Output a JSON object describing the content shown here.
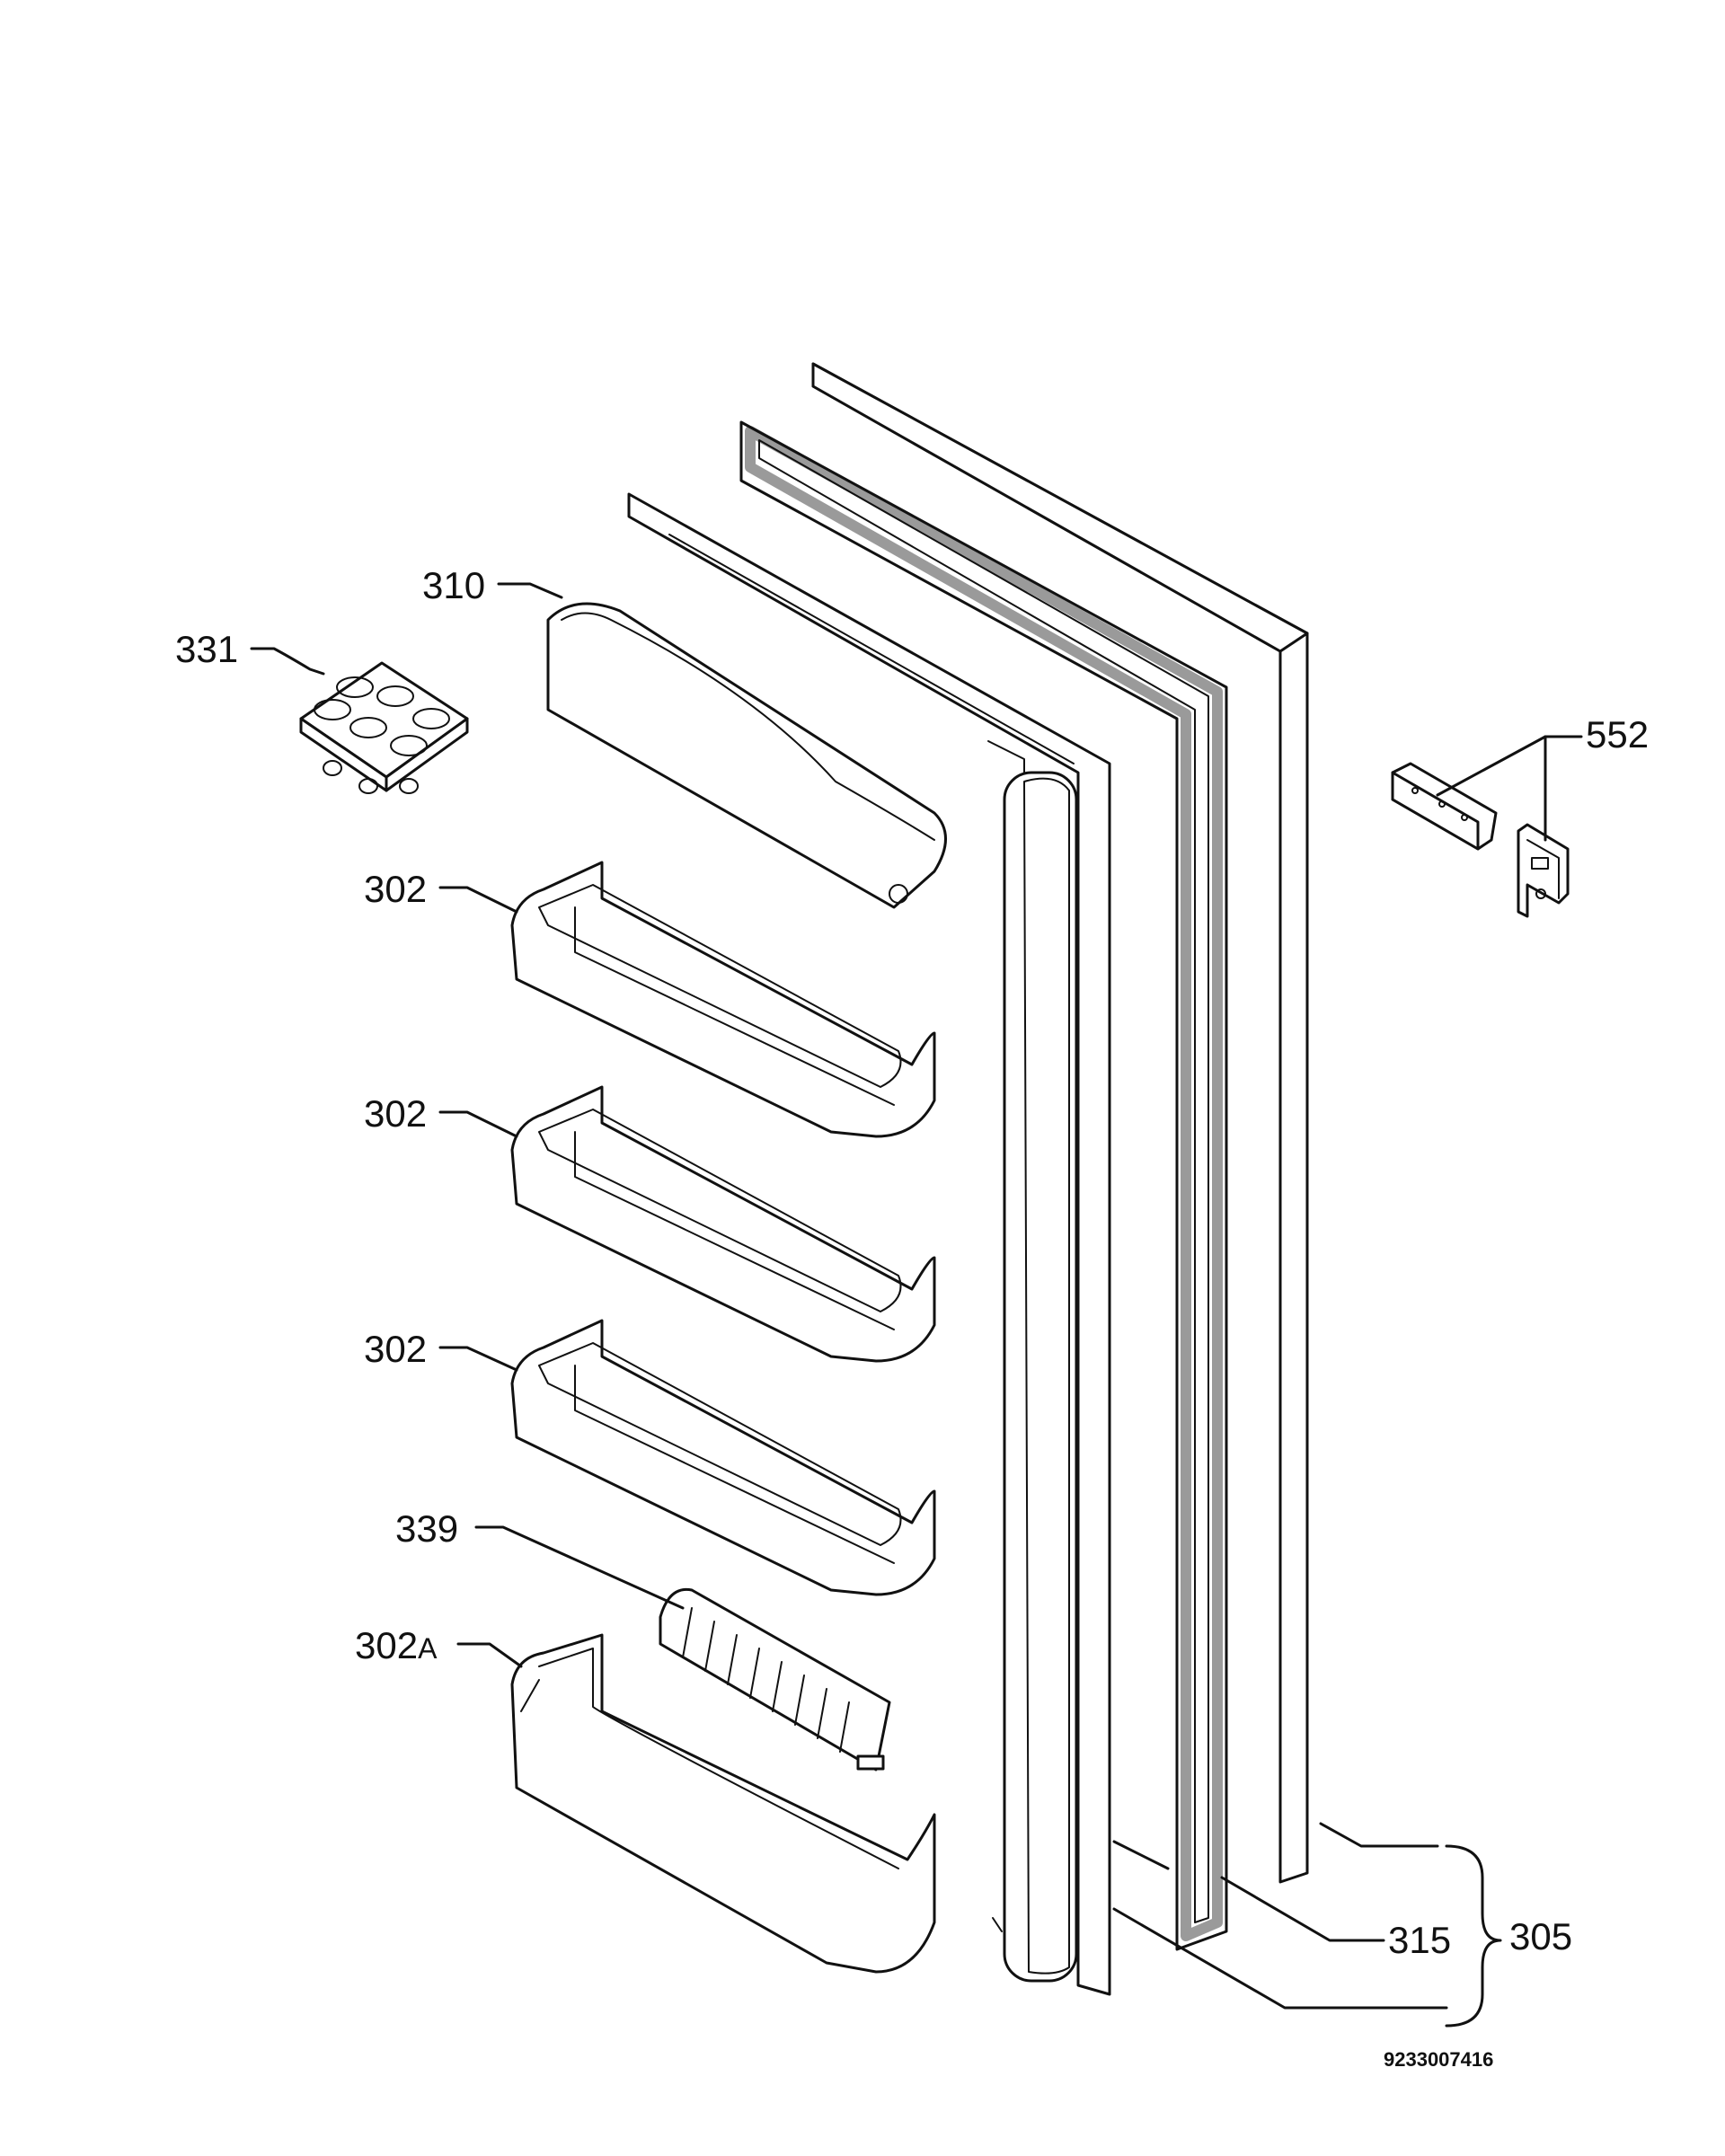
{
  "labels": {
    "l331": "331",
    "l310": "310",
    "l302a": "302",
    "l302b": "302",
    "l302c": "302",
    "l339": "339",
    "l302A_num": "302",
    "l302A_suffix": "A",
    "l552": "552",
    "l315": "315",
    "l305": "305"
  },
  "drawing_number": "9233007416",
  "colors": {
    "line": "#111111",
    "gasket": "#9a9a9a",
    "background": "#ffffff"
  }
}
